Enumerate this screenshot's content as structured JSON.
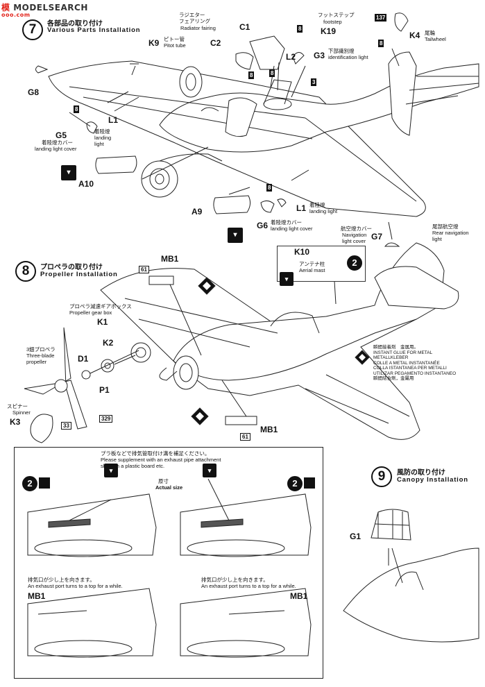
{
  "watermark": {
    "site": "MODELSEARCH",
    "url": "ooo.com",
    "prefix": "模"
  },
  "step7": {
    "number": "7",
    "title_jp": "各部品の取り付け",
    "title_en": "Various Parts Installation"
  },
  "step8": {
    "number": "8",
    "title_jp": "プロペラの取り付け",
    "title_en": "Propeller Installation"
  },
  "step9": {
    "number": "9",
    "title_jp": "風防の取り付け",
    "title_en": "Canopy Installation"
  },
  "parts7": {
    "k9": "K9",
    "k9_jp": "ピトー管",
    "k9_en": "Pitot tube",
    "c1": "C1",
    "c2": "C2",
    "c_jp": "ラジエター\nフェアリング",
    "c_en": "Radiator fairing",
    "k19": "K19",
    "k19_jp": "フットステップ",
    "k19_en": "footstep",
    "l2": "L2",
    "g3": "G3",
    "g3_jp": "下部識別燈",
    "g3_en": "identification light",
    "k4": "K4",
    "k4_jp": "尾輪",
    "k4_en": "Tailwheel",
    "k4_num": "137",
    "g8": "G8",
    "l1a": "L1",
    "g5": "G5",
    "l1a_jp": "着陸燈",
    "l1a_en": "landing\nlight",
    "g5_jp": "着陸燈カバー",
    "g5_en": "landing light cover",
    "a10": "A10",
    "a9": "A9",
    "l1b": "L1",
    "l1b_jp": "着陸燈",
    "l1b_en": "landing light",
    "g6": "G6",
    "g6_jp": "着陸燈カバー",
    "g6_en": "landing light cover",
    "g7": "G7",
    "g7_jp": "航空燈カバー",
    "g7_en": "Navigation\nlight cover",
    "rear_jp": "尾部航空燈",
    "rear_en": "Rear navigation\nlight",
    "k10": "K10",
    "k10_jp": "アンテナ柱",
    "k10_en": "Aerial mast",
    "n8": "8",
    "n3": "3",
    "n2": "2"
  },
  "parts8": {
    "mb1_top": "MB1",
    "mb1_bot": "MB1",
    "n61a": "61",
    "n61b": "61",
    "k1": "K1",
    "k1_jp": "プロペラ減速ギアボックス",
    "k1_en": "Propeller gear box",
    "k2": "K2",
    "d1": "D1",
    "p1": "P1",
    "k3": "K3",
    "prop_jp": "3翅プロペラ",
    "prop_en": "Three-blade\npropeller",
    "spin_jp": "スピナー",
    "spin_en": "Spinner",
    "n33": "33",
    "n329": "329"
  },
  "glue": {
    "jp": "瞬間接着剤　金属用。",
    "lines": [
      "INSTANT GLUE FOR METAL",
      "METALLKLEBER",
      "COLLE A METAL INSTANTANÉE",
      "COLLA ISTANTANEA PER METALLI",
      "UTILIZAR PEGAMENTO INSTANTANEO",
      "瞬間結合劑，金屬用"
    ]
  },
  "exhaust": {
    "supp_jp": "プラ板などで排気管取付け溝を補足ください。",
    "supp_en1": "Please supplement with an exhaust pipe attachment",
    "supp_en2": "slot with a plastic board etc.",
    "actual_jp": "原寸",
    "actual_en": "Actual size",
    "turn_jp": "排気口が少し上を向きます。",
    "turn_en": "An exhaust port turns to a top for a while.",
    "mb1a": "MB1",
    "mb1b": "MB1",
    "n2a": "2",
    "n2b": "2"
  },
  "parts9": {
    "g1": "G1"
  }
}
